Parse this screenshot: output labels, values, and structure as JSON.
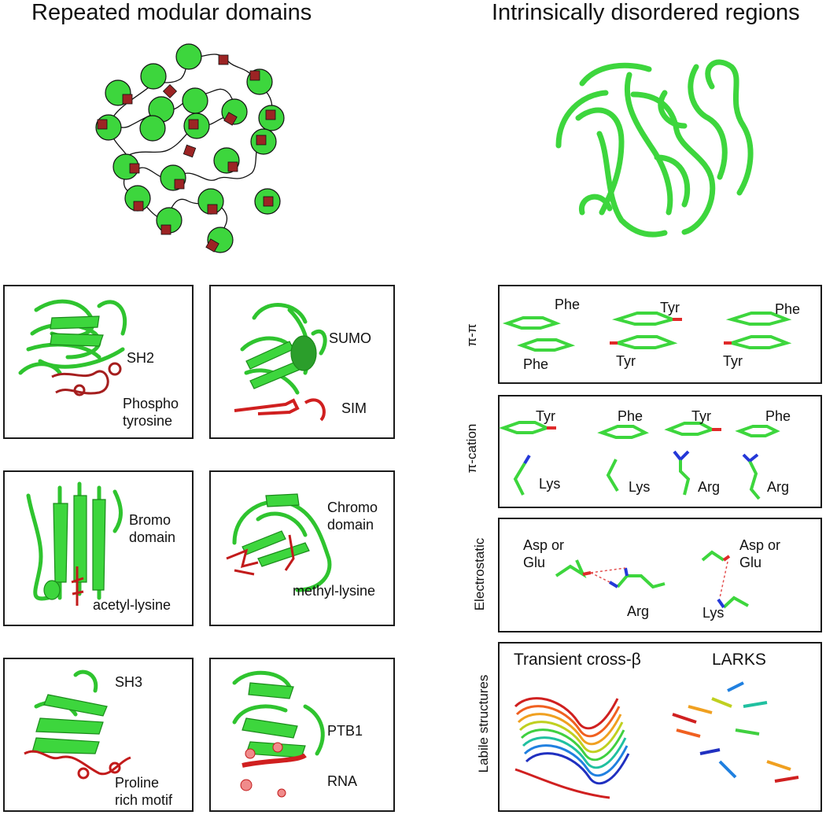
{
  "titles": {
    "left": "Repeated modular domains",
    "right": "Intrinsically disordered regions"
  },
  "domains": [
    {
      "id": "sh2",
      "name": "SH2",
      "ligand_line1": "Phospho",
      "ligand_line2": "tyrosine"
    },
    {
      "id": "sumo",
      "name": "SUMO",
      "ligand": "SIM"
    },
    {
      "id": "bromo",
      "name_line1": "Bromo",
      "name_line2": "domain",
      "ligand": "acetyl-lysine"
    },
    {
      "id": "chromo",
      "name_line1": "Chromo",
      "name_line2": "domain",
      "ligand": "methyl-lysine"
    },
    {
      "id": "sh3",
      "name": "SH3",
      "ligand_line1": "Proline",
      "ligand_line2": "rich motif"
    },
    {
      "id": "ptb1",
      "name": "PTB1",
      "ligand": "RNA"
    }
  ],
  "interactions": {
    "pipi": {
      "label": "π-π",
      "pairs": [
        {
          "top": "Phe",
          "bottom": "Phe"
        },
        {
          "top": "Tyr",
          "bottom": "Tyr"
        },
        {
          "top": "Phe",
          "bottom": "Tyr"
        }
      ]
    },
    "picat": {
      "label": "π-cation",
      "pairs": [
        {
          "top": "Tyr",
          "bottom": "Lys"
        },
        {
          "top": "Phe",
          "bottom": "Lys"
        },
        {
          "top": "Tyr",
          "bottom": "Arg"
        },
        {
          "top": "Phe",
          "bottom": "Arg"
        }
      ]
    },
    "electro": {
      "label": "Electrostatic",
      "pairs": [
        {
          "acid_line1": "Asp or",
          "acid_line2": "Glu",
          "base": "Arg"
        },
        {
          "acid_line1": "Asp or",
          "acid_line2": "Glu",
          "base": "Lys"
        }
      ]
    },
    "labile": {
      "label": "Labile structures",
      "left_title": "Transient cross-β",
      "right_title": "LARKS"
    }
  },
  "colors": {
    "domain_green": "#3dd63d",
    "ligand_red": "#c21b1b",
    "motif_brown": "#9c2424",
    "oxygen_red": "#e02a2a",
    "nitrogen_blue": "#2438d8"
  }
}
